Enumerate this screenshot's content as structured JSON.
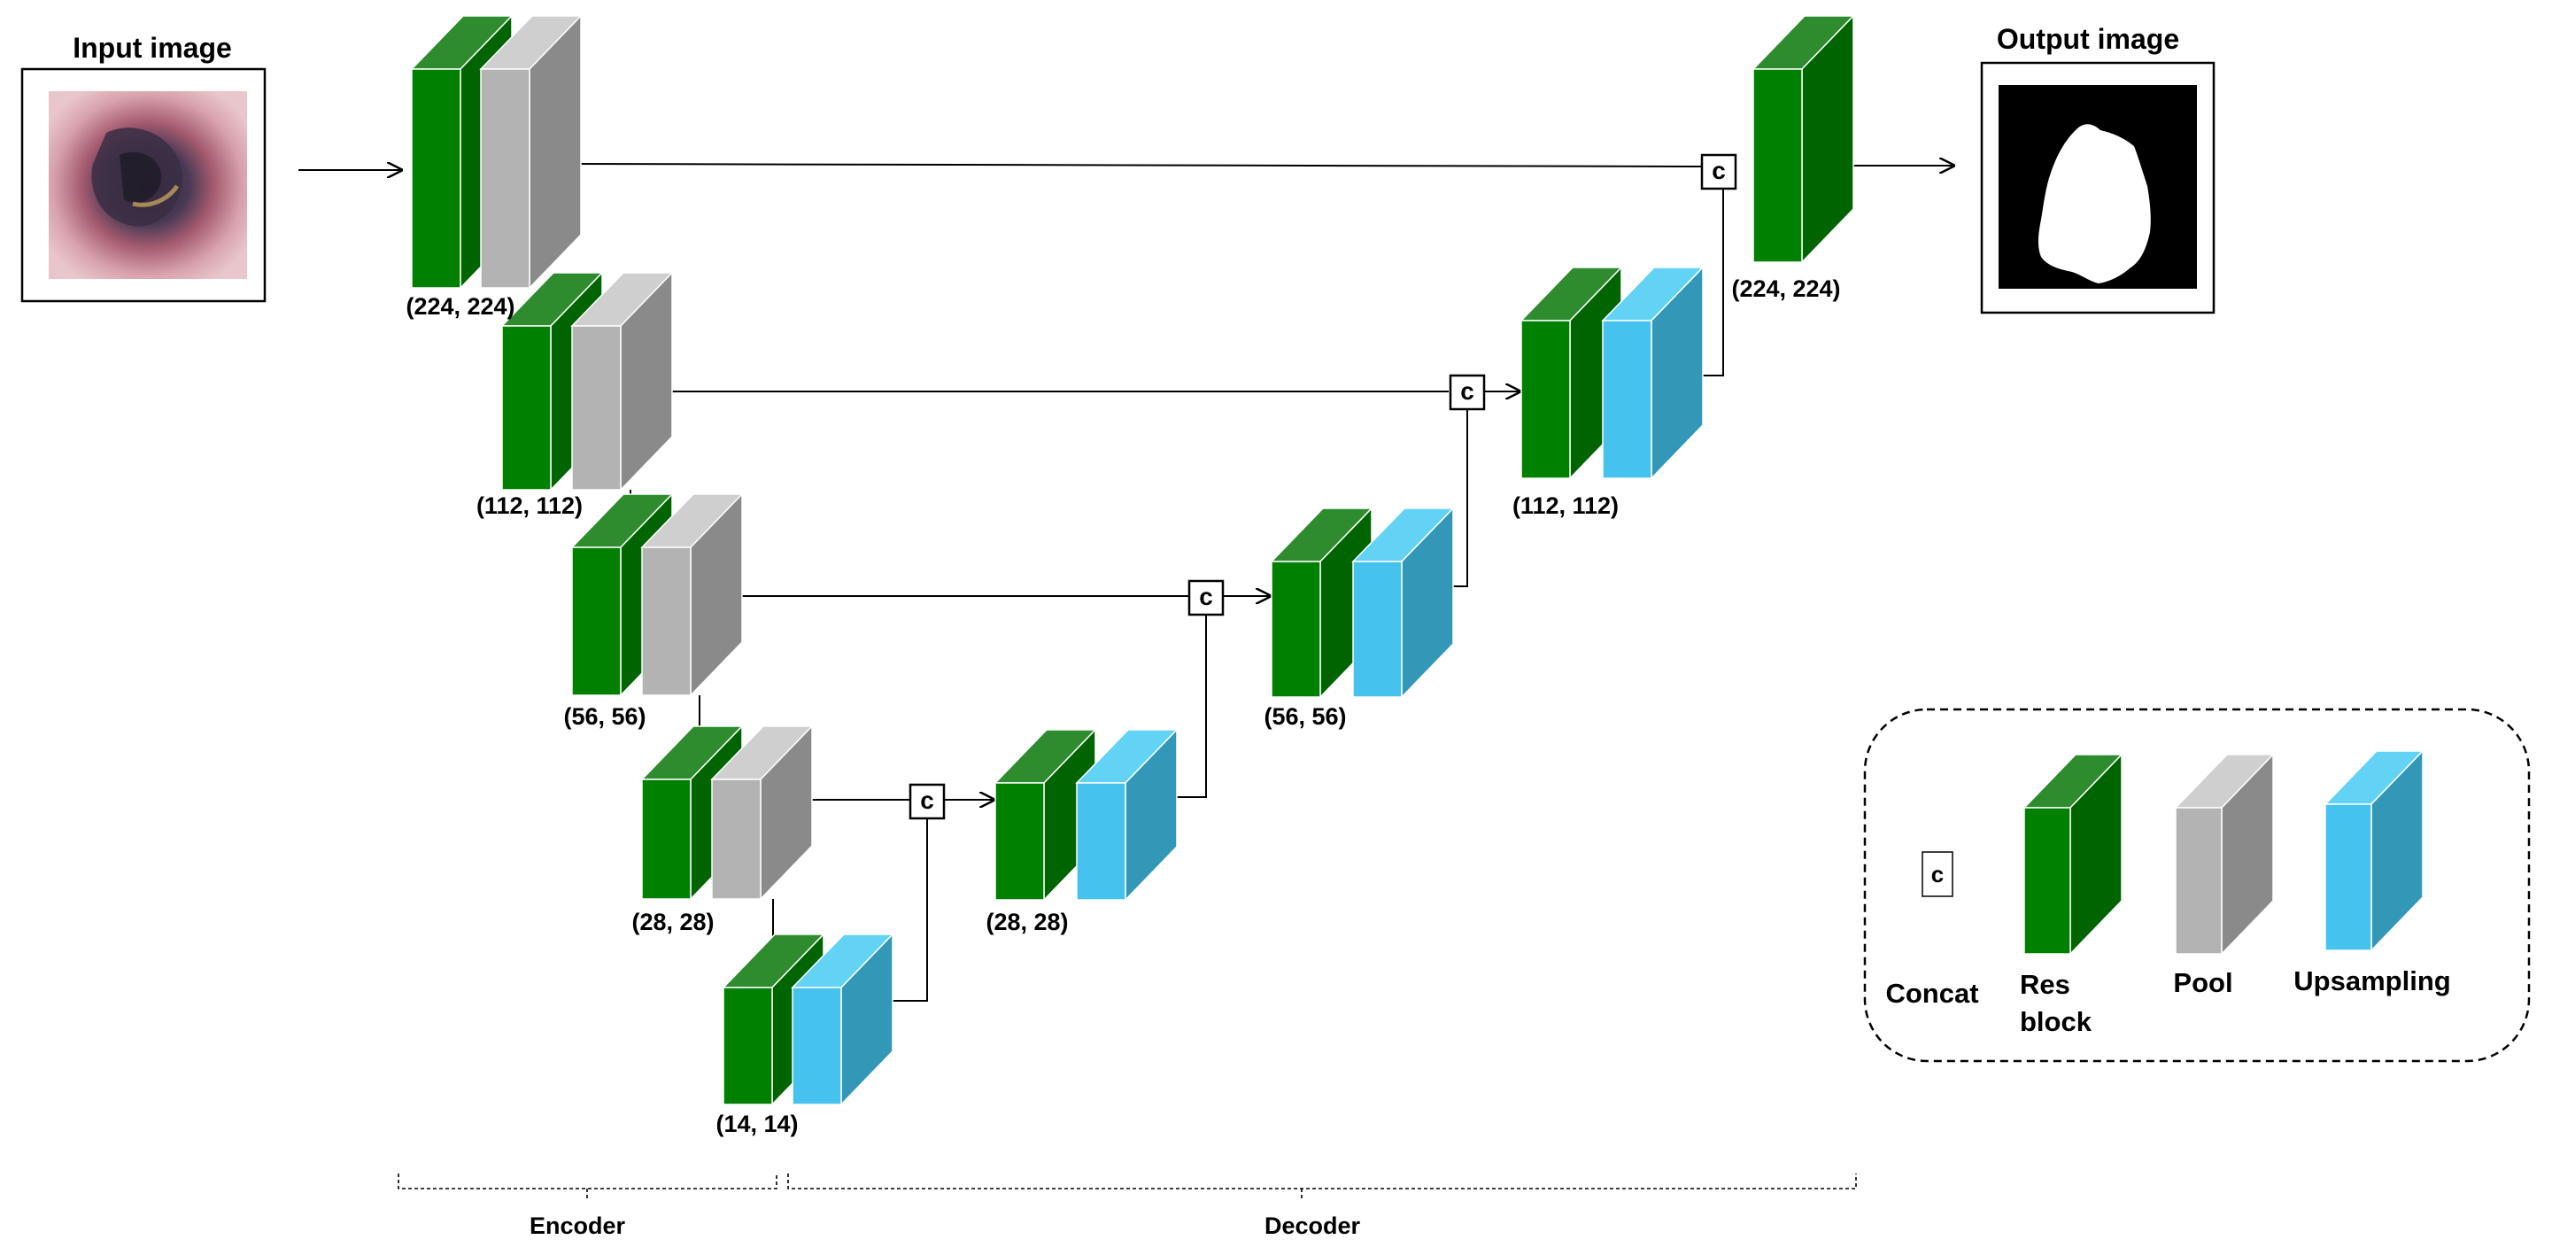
{
  "input": {
    "label": "Input image"
  },
  "output": {
    "label": "Output image"
  },
  "encoder": {
    "levels": [
      {
        "size": "(224, 224)"
      },
      {
        "size": "(112, 112)"
      },
      {
        "size": "(56, 56)"
      },
      {
        "size": "(28, 28)"
      },
      {
        "size": "(14, 14)"
      }
    ]
  },
  "decoder": {
    "levels": [
      {
        "size": "(28, 28)"
      },
      {
        "size": "(56, 56)"
      },
      {
        "size": "(112, 112)"
      },
      {
        "size": "(224, 224)"
      }
    ]
  },
  "concat_symbol": "c",
  "sections": {
    "encoder": "Encoder",
    "decoder": "Decoder"
  },
  "legend": {
    "concat": "Concat",
    "res_block_line1": "Res",
    "res_block_line2": "block",
    "pool": "Pool",
    "upsampling": "Upsampling"
  },
  "colors": {
    "res_front": "#008000",
    "res_top": "#2e8b2e",
    "res_side": "#006400",
    "pool_front": "#b3b3b3",
    "pool_top": "#cfcfcf",
    "pool_side": "#8a8a8a",
    "up_front": "#45c3ee",
    "up_top": "#62d3f5",
    "up_side": "#3397b8"
  }
}
